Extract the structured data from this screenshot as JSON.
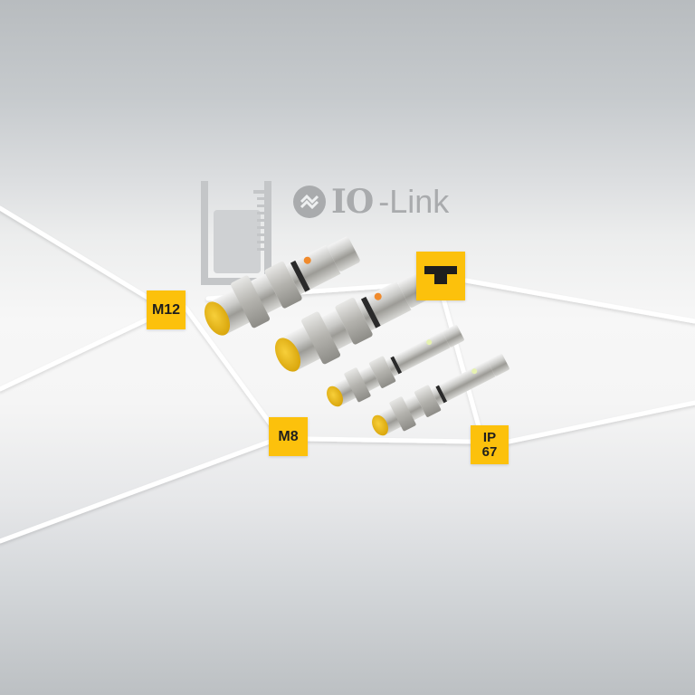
{
  "brand": {
    "logo": "turck-t-logo-icon",
    "accent_color": "#fcc10c",
    "text_color": "#1e1e1e"
  },
  "protocol_logo": {
    "icon": "io-link-logo-icon",
    "io_text": "IO",
    "link_text": "-Link",
    "color": "#a9abad"
  },
  "background_icon": "measuring-beaker-icon",
  "badges": {
    "m12": "M12",
    "m8": "M8",
    "ip_line1": "IP",
    "ip_line2": "67"
  },
  "products": [
    {
      "name": "M12 inductive sensor (large, front-left)",
      "face_color": "#f2c018"
    },
    {
      "name": "M12 inductive sensor (large, center)",
      "face_color": "#f2c018"
    },
    {
      "name": "M8 inductive sensor (small, center)",
      "face_color": "#f2c018"
    },
    {
      "name": "M8 inductive sensor (small, right)",
      "face_color": "#f2c018"
    }
  ]
}
